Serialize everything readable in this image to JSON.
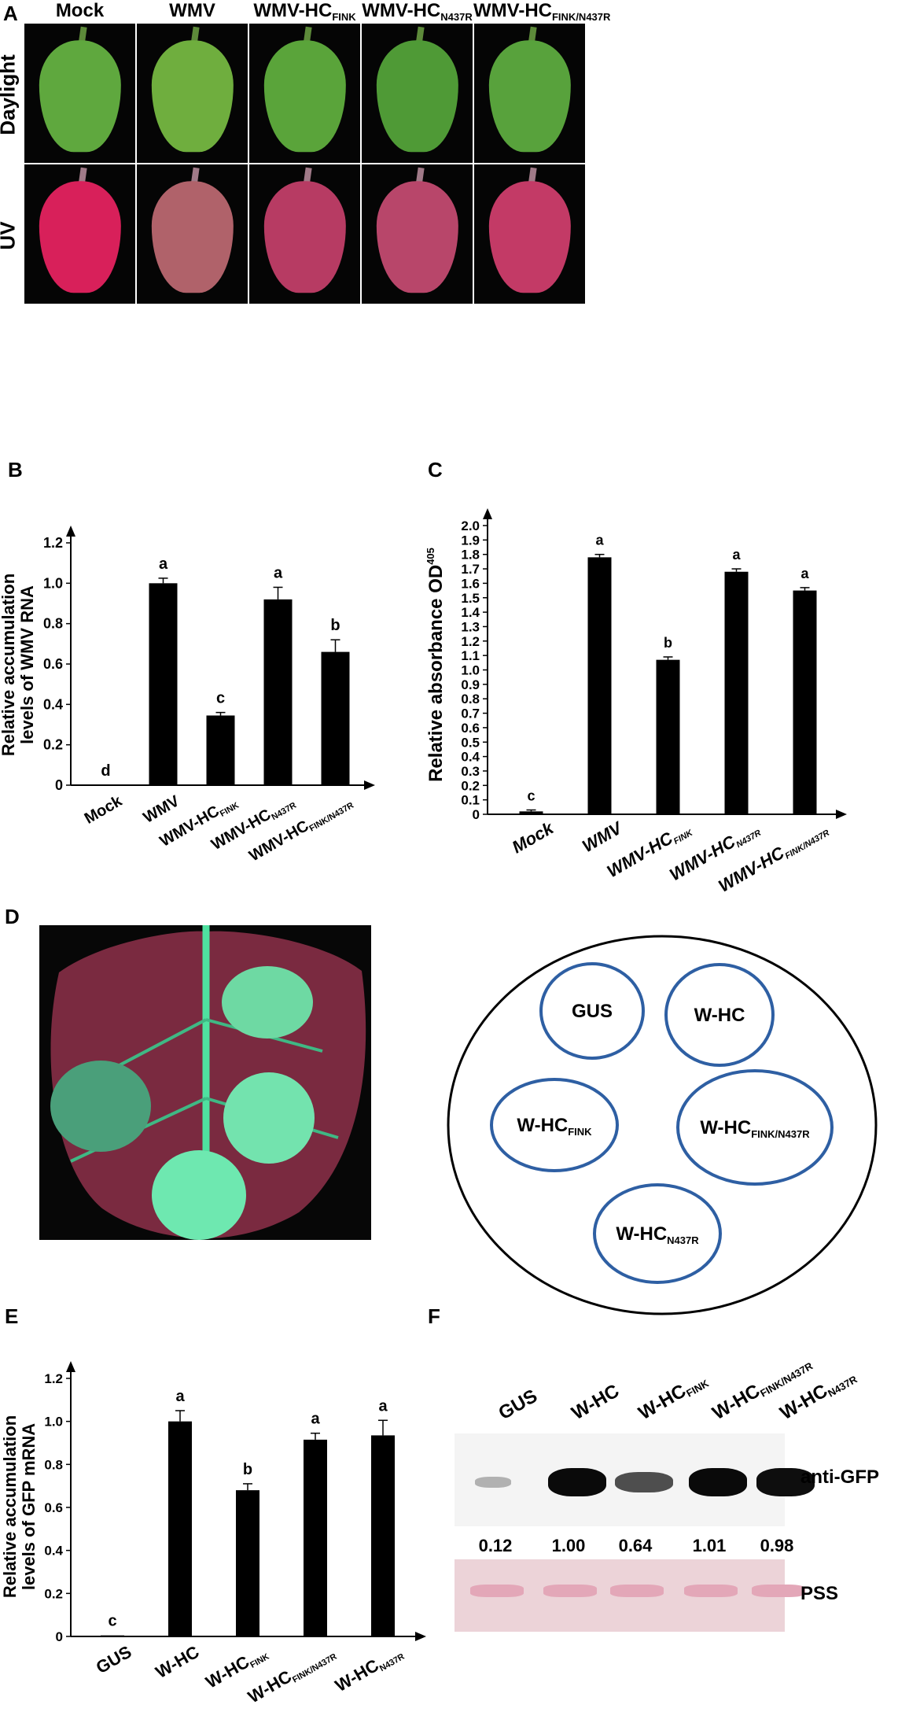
{
  "panel_labels": {
    "a": "A",
    "b": "B",
    "c": "C",
    "d": "D",
    "e": "E",
    "f": "F"
  },
  "panel_a": {
    "columns": [
      "Mock",
      "WMV",
      "WMV-HC",
      "WMV-HC",
      "WMV-HC"
    ],
    "column_subscripts": [
      "",
      "",
      "FINK",
      "N437R",
      "FINK/N437R"
    ],
    "rows": [
      "Daylight",
      "UV"
    ]
  },
  "panel_d": {
    "circles": [
      {
        "main": "GUS",
        "sub": ""
      },
      {
        "main": "W-HC",
        "sub": ""
      },
      {
        "main": "W-HC",
        "sub": "FINK"
      },
      {
        "main": "W-HC",
        "sub": "FINK/N437R"
      },
      {
        "main": "W-HC",
        "sub": "N437R"
      }
    ]
  },
  "panel_f": {
    "lanes": [
      {
        "main": "GUS",
        "sub": ""
      },
      {
        "main": "W-HC",
        "sub": ""
      },
      {
        "main": "W-HC",
        "sub": "FINK"
      },
      {
        "main": "W-HC",
        "sub": "FINK/N437R"
      },
      {
        "main": "W-HC",
        "sub": "N437R"
      }
    ],
    "quant": [
      "0.12",
      "1.00",
      "0.64",
      "1.01",
      "0.98"
    ],
    "band_intensity": [
      0.12,
      1.0,
      0.64,
      1.01,
      0.98
    ],
    "right_labels": {
      "blot": "anti-GFP",
      "stain": "PSS"
    }
  },
  "chart_data": [
    {
      "type": "bar",
      "panel": "B",
      "ylabel_lines": [
        "Relative  accumulation",
        "levels of WMV RNA"
      ],
      "categories": [
        {
          "main": "Mock",
          "sub": ""
        },
        {
          "main": "WMV",
          "sub": ""
        },
        {
          "main": "WMV-HC",
          "sub": "FINK"
        },
        {
          "main": "WMV-HC",
          "sub": "N437R"
        },
        {
          "main": "WMV-HC",
          "sub": "FINK/N437R"
        }
      ],
      "values": [
        0.0,
        1.0,
        0.345,
        0.92,
        0.66
      ],
      "errors": [
        0.0,
        0.025,
        0.015,
        0.06,
        0.06
      ],
      "letters": [
        "d",
        "a",
        "c",
        "a",
        "b"
      ],
      "ylim": [
        0,
        1.2
      ],
      "yticks": [
        "0",
        "0.2",
        "0.4",
        "0.6",
        "0.8",
        "1.0",
        "1.2"
      ],
      "grid": false
    },
    {
      "type": "bar",
      "panel": "C",
      "ylabel_main": "Relative absorbance OD",
      "ylabel_sub": "405",
      "categories": [
        {
          "main": "Mock",
          "sub": ""
        },
        {
          "main": "WMV",
          "sub": ""
        },
        {
          "main": "WMV-HC",
          "sub": "FINK"
        },
        {
          "main": "WMV-HC",
          "sub": "N437R"
        },
        {
          "main": "WMV-HC",
          "sub": "FINK/N437R"
        }
      ],
      "values": [
        0.02,
        1.78,
        1.07,
        1.68,
        1.55
      ],
      "errors": [
        0.01,
        0.02,
        0.02,
        0.02,
        0.02
      ],
      "letters": [
        "c",
        "a",
        "b",
        "a",
        "a"
      ],
      "ylim": [
        0,
        2.0
      ],
      "yticks": [
        "0",
        "0.1",
        "0.2",
        "0.3",
        "0.4",
        "0.5",
        "0.6",
        "0.7",
        "0.8",
        "0.9",
        "1.0",
        "1.1",
        "1.2",
        "1.3",
        "1.4",
        "1.5",
        "1.6",
        "1.7",
        "1.8",
        "1.9",
        "2.0"
      ],
      "grid": false
    },
    {
      "type": "bar",
      "panel": "E",
      "ylabel_lines": [
        "Relative  accumulation",
        "levels of GFP mRNA"
      ],
      "categories": [
        {
          "main": "GUS",
          "sub": ""
        },
        {
          "main": "W-HC",
          "sub": ""
        },
        {
          "main": "W-HC",
          "sub": "FINK"
        },
        {
          "main": "W-HC",
          "sub": "FINK/N437R"
        },
        {
          "main": "W-HC",
          "sub": "N437R"
        }
      ],
      "values": [
        0.005,
        1.0,
        0.68,
        0.915,
        0.935
      ],
      "errors": [
        0.0,
        0.05,
        0.03,
        0.03,
        0.07
      ],
      "letters": [
        "c",
        "a",
        "b",
        "a",
        "a"
      ],
      "ylim": [
        0,
        1.2
      ],
      "yticks": [
        "0",
        "0.2",
        "0.4",
        "0.6",
        "0.8",
        "1.0",
        "1.2"
      ],
      "grid": false
    }
  ]
}
